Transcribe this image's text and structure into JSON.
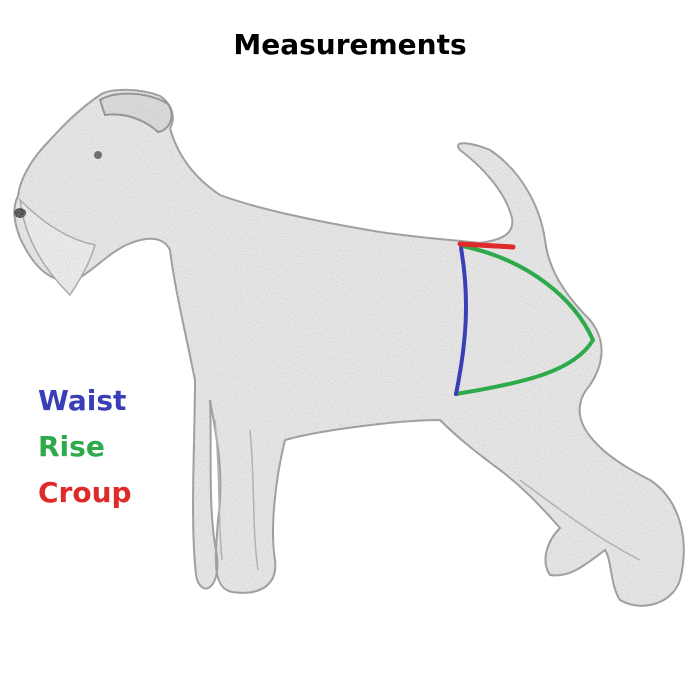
{
  "title": "Measurements",
  "colors": {
    "waist": "#3a3fb8",
    "rise": "#2eaa4a",
    "croup": "#e02a2a",
    "sketch": "#9a9a9a",
    "sketch_fill": "#e9e9e9"
  },
  "legend": {
    "waist": "Waist",
    "rise": "Rise",
    "croup": "Croup"
  }
}
